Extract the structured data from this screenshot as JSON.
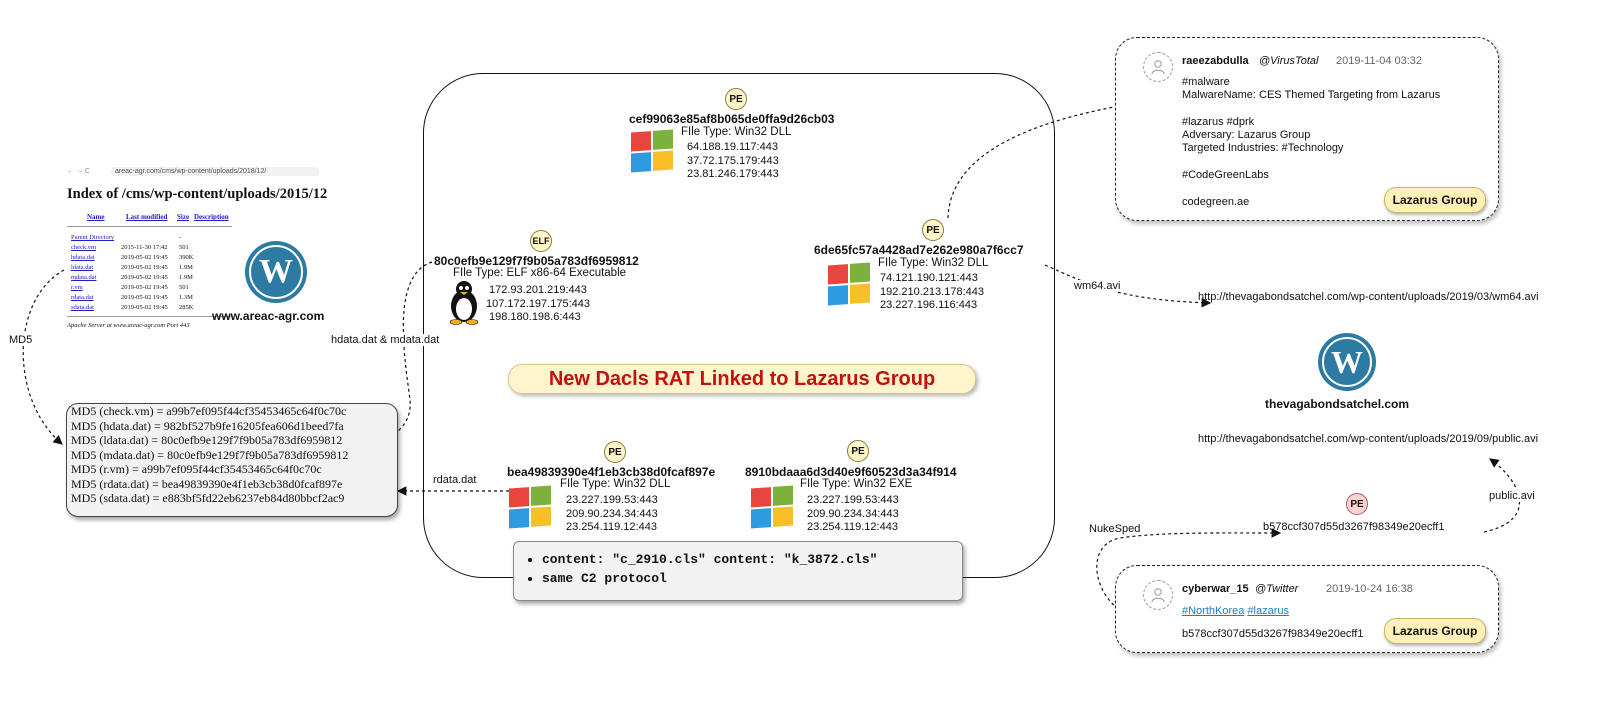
{
  "colors": {
    "banner_text": "#c41010",
    "wordpress": "#2d7aa2",
    "badge_yellow": "#fff6c8",
    "badge_pink": "#ffd1d1",
    "pill": "#fff0b8",
    "tag_link": "#1a7fc1"
  },
  "title": "New Dacls RAT Linked to Lazarus Group",
  "web_index": {
    "address": "areac-agr.com/cms/wp-content/uploads/2018/12/",
    "nav": "← → C",
    "heading": "Index of /cms/wp-content/uploads/2015/12",
    "columns": [
      "Name",
      "Last modified",
      "Size",
      "Description"
    ],
    "parent": "Parent Directory",
    "parent_size": "-",
    "rows": [
      {
        "name": "check.vm",
        "date": "2015-11-30 17:42",
        "size": "501"
      },
      {
        "name": "hdata.dat",
        "date": "2019-05-02 19:45",
        "size": "390K"
      },
      {
        "name": "ldata.dat",
        "date": "2019-05-02 19:45",
        "size": "1.9M"
      },
      {
        "name": "mdata.dat",
        "date": "2019-05-02 19:45",
        "size": "1.9M"
      },
      {
        "name": "r.vm",
        "date": "2019-05-02 19:45",
        "size": "501"
      },
      {
        "name": "rdata.dat",
        "date": "2019-05-02 19:45",
        "size": "1.3M"
      },
      {
        "name": "sdata.dat",
        "date": "2019-05-02 19:45",
        "size": "285K"
      }
    ],
    "footer": "Apache Server at www.areac-agr.com Port 443"
  },
  "site_left": "www.areac-agr.com",
  "site_right": "thevagabondsatchel.com",
  "wp_glyph": "W",
  "md5_lines": [
    "MD5 (check.vm) = a99b7ef095f44cf35453465c64f0c70c",
    "MD5 (hdata.dat) = 982bf527b9fe16205fea606d1beed7fa",
    "MD5 (ldata.dat) = 80c0efb9e129f7f9b05a783df6959812",
    "MD5 (mdata.dat) = 80c0efb9e129f7f9b05a783df6959812",
    "MD5 (r.vm) = a99b7ef095f44cf35453465c64f0c70c",
    "MD5 (rdata.dat) = bea49839390e4f1eb3cb38d0fcaf897e",
    "MD5 (sdata.dat) = e883bf5fd22eb6237eb84d80bbcf2ac9"
  ],
  "nodes": {
    "pe_top": {
      "badge": "PE",
      "hash": "cef99063e85af8b065de0ffa9d26cb03",
      "ftype": "FIle Type: Win32 DLL",
      "ips": [
        "64.188.19.117:443",
        "37.72.175.179:443",
        "23.81.246.179:443"
      ]
    },
    "elf": {
      "badge": "ELF",
      "hash": "80c0efb9e129f7f9b05a783df6959812",
      "ftype": "FIle Type: ELF x86-64 Executable",
      "ips": [
        "172.93.201.219:443",
        "107.172.197.175:443",
        "198.180.198.6:443"
      ]
    },
    "pe_right": {
      "badge": "PE",
      "hash": "6de65fc57a4428ad7e262e980a7f6cc7",
      "ftype": "FIle Type: Win32 DLL",
      "ips": [
        "74.121.190.121:443",
        "192.210.213.178:443",
        "23.227.196.116:443"
      ]
    },
    "pe_bl": {
      "badge": "PE",
      "hash": "bea49839390e4f1eb3cb38d0fcaf897e",
      "ftype": "FIle Type: Win32 DLL",
      "ips": [
        "23.227.199.53:443",
        "209.90.234.34:443",
        "23.254.119.12:443"
      ]
    },
    "pe_br": {
      "badge": "PE",
      "hash": "8910bdaaa6d3d40e9f60523d3a34f914",
      "ftype": "FIle Type: Win32 EXE",
      "ips": [
        "23.227.199.53:443",
        "209.90.234.34:443",
        "23.254.119.12:443"
      ]
    },
    "pe_nukesped": {
      "badge": "PE",
      "hash": "b578ccf307d55d3267f98349e20ecff1"
    }
  },
  "content_items": [
    "content: \"c_2910.cls\" content: \"k_3872.cls\"",
    "same C2 protocol"
  ],
  "edge_labels": {
    "md5": "MD5",
    "hdata": "hdata.dat & mdata.dat",
    "rdata": "rdata.dat",
    "wm64": "wm64.avi",
    "public": "public.avi",
    "nukesped": "NukeSped"
  },
  "urls": {
    "wm64": "http://thevagabondsatchel.com/wp-content/uploads/2019/03/wm64.avi",
    "public": "http://thevagabondsatchel.com/wp-content/uploads/2019/09/public.avi"
  },
  "tweet1": {
    "user": "raeezabdulla",
    "handle": "@VirusTotal",
    "date": "2019-11-04 03:32",
    "lines": [
      "#malware",
      "MalwareName: CES Themed Targeting from Lazarus",
      "",
      "#lazarus #dprk",
      "Adversary: Lazarus Group",
      "Targeted Industries: #Technology",
      "",
      "#CodeGreenLabs",
      "",
      "codegreen.ae"
    ],
    "pill": "Lazarus Group"
  },
  "tweet2": {
    "user": "cyberwar_15",
    "handle": "@Twitter",
    "date": "2019-10-24 16:38",
    "tag1": "#NorthKorea",
    "tag2": "#lazarus",
    "hash": "b578ccf307d55d3267f98349e20ecff1",
    "pill": "Lazarus Group"
  }
}
